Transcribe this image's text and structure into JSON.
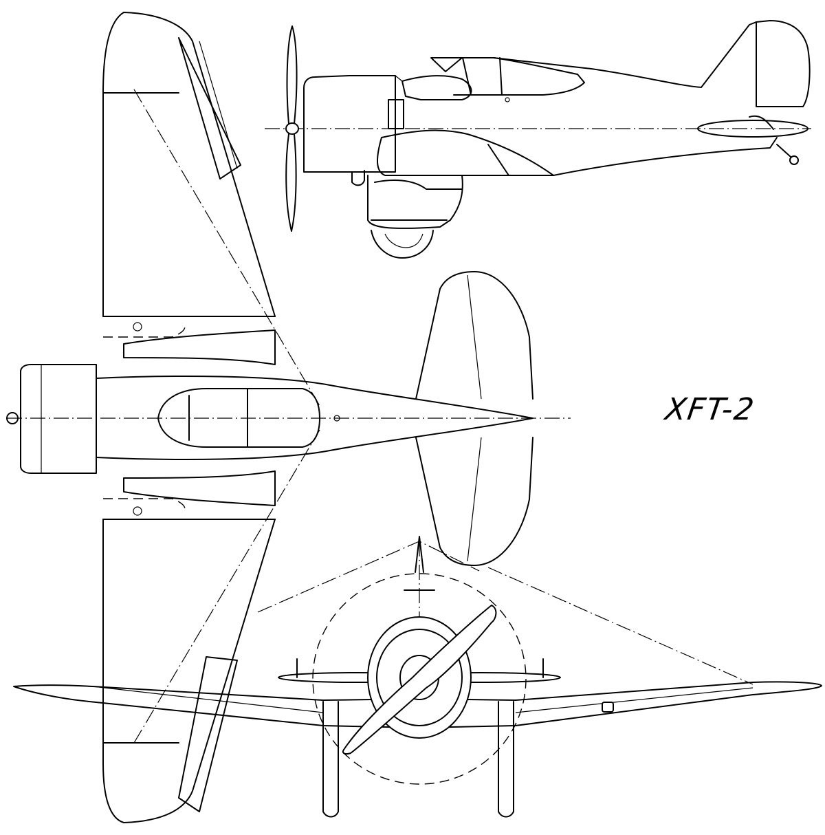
{
  "drawing": {
    "title": "XFT-2",
    "views": [
      "side-view",
      "top-view",
      "front-view"
    ],
    "line_color": "#000000",
    "background_color": "#ffffff"
  }
}
